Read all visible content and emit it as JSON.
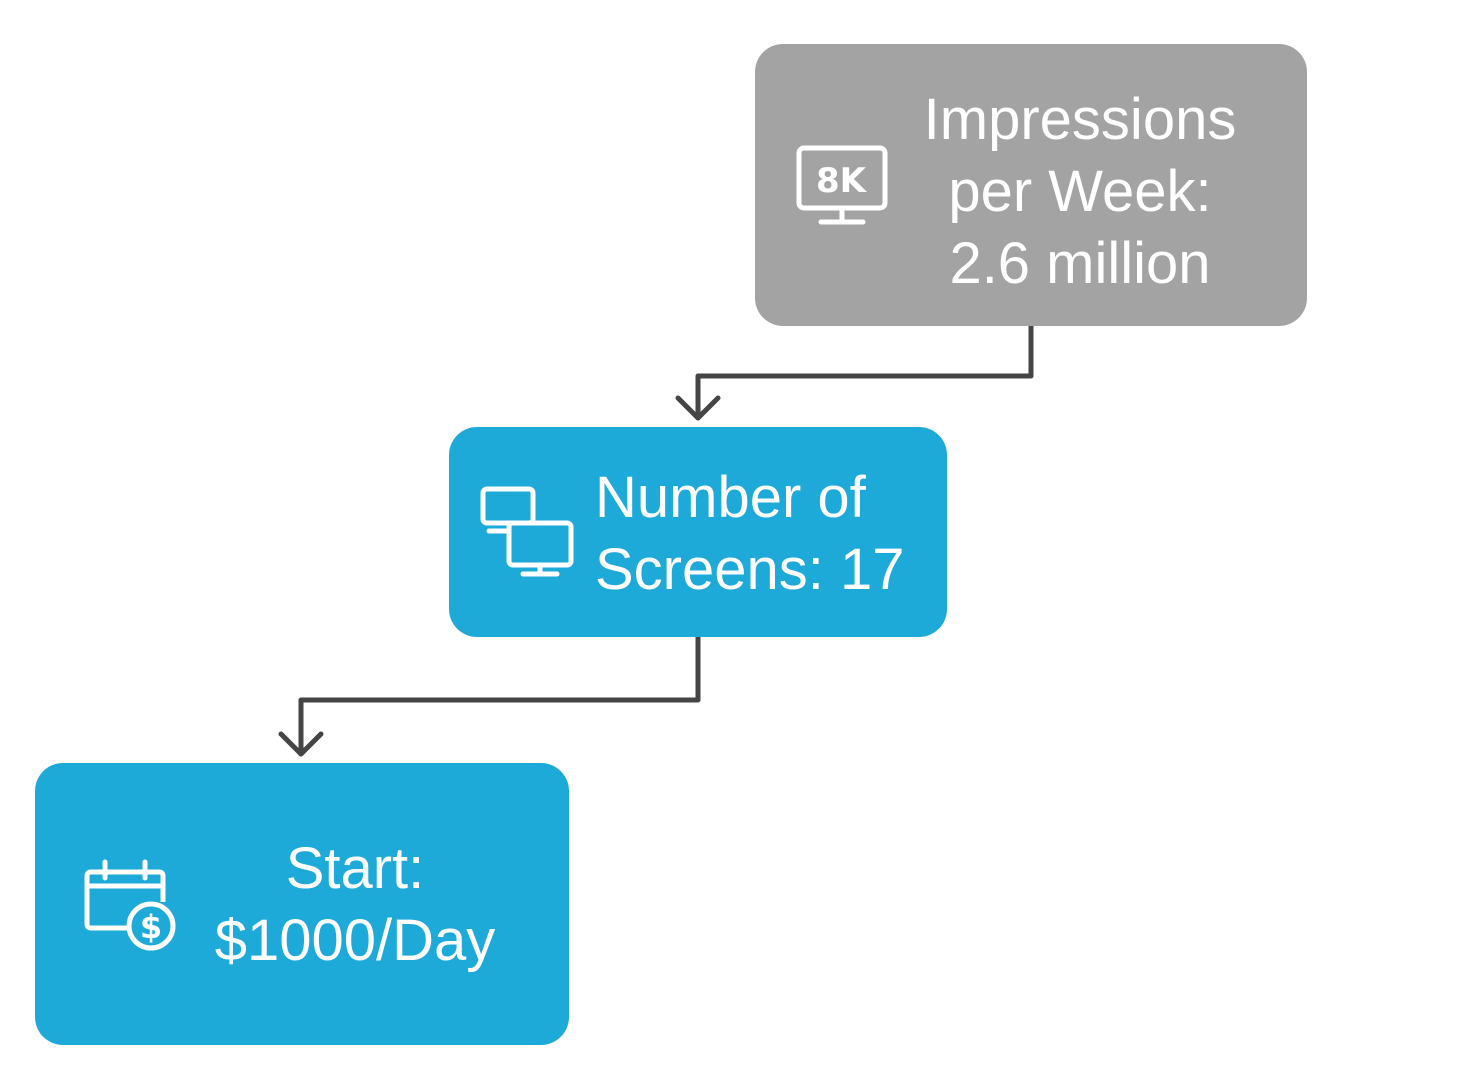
{
  "colors": {
    "top_node": "#a3a3a3",
    "step_node": "#1eaad9",
    "connector": "#454545",
    "text": "#ffffff"
  },
  "nodes": [
    {
      "id": "impressions",
      "icon": "8k-monitor-icon",
      "lines": [
        "Impressions",
        "per Week:",
        "2.6 million"
      ]
    },
    {
      "id": "screens",
      "icon": "multiple-monitors-icon",
      "lines": [
        "Number of",
        "Screens: 17"
      ]
    },
    {
      "id": "start",
      "icon": "calendar-dollar-icon",
      "lines": [
        "Start:",
        "$1000/Day"
      ]
    }
  ],
  "edges": [
    {
      "from": "impressions",
      "to": "screens"
    },
    {
      "from": "screens",
      "to": "start"
    }
  ]
}
